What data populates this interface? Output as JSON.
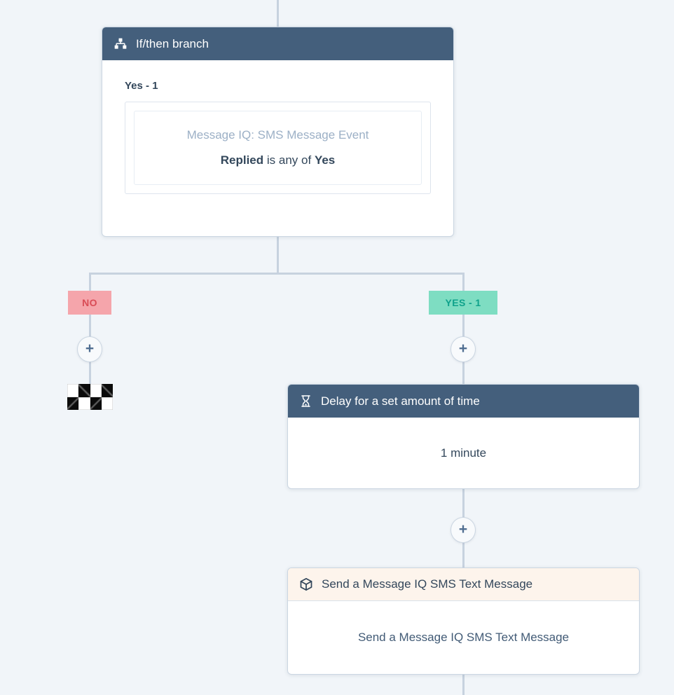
{
  "canvas": {
    "background_color": "#f1f5f9",
    "connector_color": "#c7d2df"
  },
  "colors": {
    "card_header_dark": "#445f7c",
    "card_header_cream": "#fdf4ec",
    "card_border": "#cbd6e2",
    "text_dark": "#33475b",
    "text_muted": "#9cb0c6",
    "no_badge_bg": "#f5a5ab",
    "no_badge_text": "#d94c56",
    "yes_badge_bg": "#7eddc2",
    "yes_badge_text": "#0fa28b",
    "plus_icon_color": "#506e91"
  },
  "if_then_card": {
    "header": {
      "icon": "sitemap-branch-icon",
      "title": "If/then branch"
    },
    "branch_name": "Yes - 1",
    "filter": {
      "event_name": "Message IQ: SMS Message Event",
      "condition_property": "Replied",
      "condition_operator": "is any of",
      "condition_value": "Yes"
    }
  },
  "branches": {
    "no": {
      "label": "NO"
    },
    "yes": {
      "label": "YES - 1"
    }
  },
  "plus_button": {
    "glyph": "+"
  },
  "goal_flag": {
    "icon": "checkered-flag-icon"
  },
  "delay_card": {
    "header": {
      "icon": "hourglass-icon",
      "title": "Delay for a set amount of time"
    },
    "body": "1 minute"
  },
  "sms_card": {
    "header": {
      "icon": "cube-icon",
      "title": "Send a Message IQ SMS Text Message"
    },
    "body": "Send a Message IQ SMS Text Message"
  }
}
